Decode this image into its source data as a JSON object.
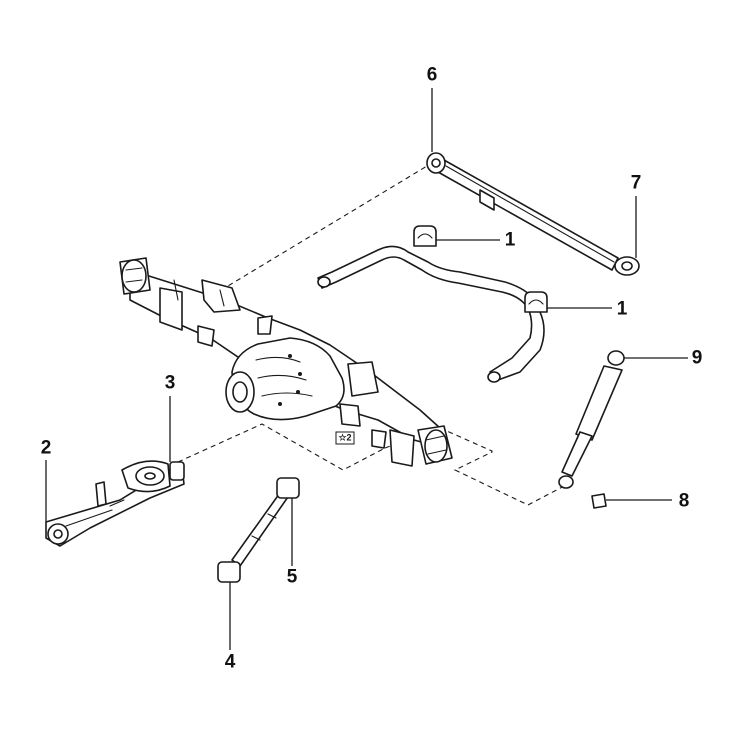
{
  "diagram": {
    "callouts": [
      {
        "id": "c1a",
        "text": "1"
      },
      {
        "id": "c1b",
        "text": "1"
      },
      {
        "id": "c2",
        "text": "2"
      },
      {
        "id": "c3",
        "text": "3"
      },
      {
        "id": "c4",
        "text": "4"
      },
      {
        "id": "c5",
        "text": "5"
      },
      {
        "id": "c6",
        "text": "6"
      },
      {
        "id": "c7",
        "text": "7"
      },
      {
        "id": "c8",
        "text": "8"
      },
      {
        "id": "c9",
        "text": "9"
      }
    ],
    "reference_mark": "☆2"
  }
}
